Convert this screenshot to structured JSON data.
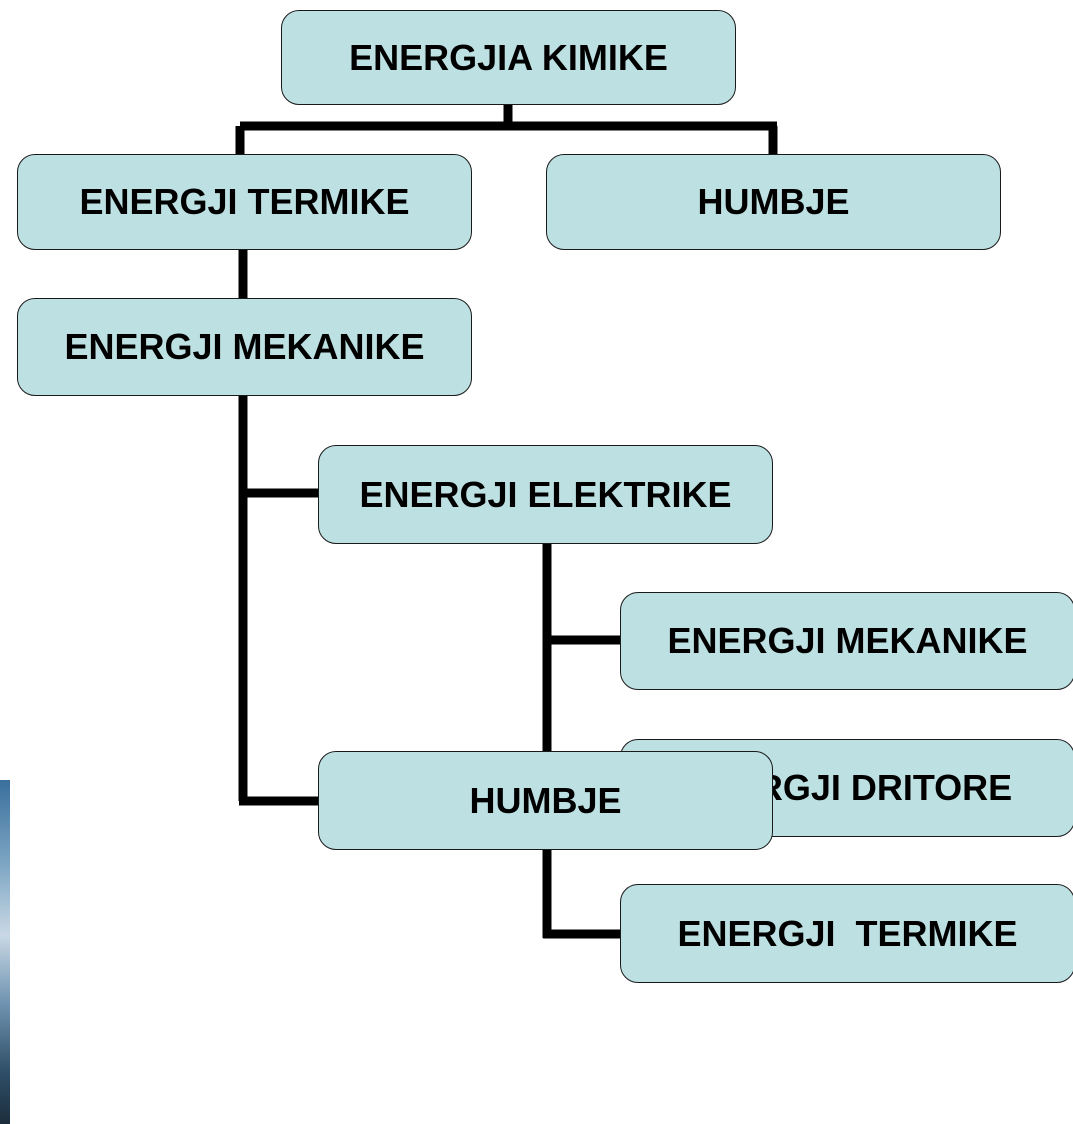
{
  "diagram": {
    "root": "ENERGJIA KIMIKE",
    "level1_left": "ENERGJI TERMIKE",
    "level1_right": "HUMBJE",
    "level2": "ENERGJI MEKANIKE",
    "level3": "ENERGJI ELEKTRIKE",
    "level4_items": [
      "ENERGJI MEKANIKE",
      "ENERGJI DRITORE",
      "ENERGJI  TERMIKE"
    ],
    "bottom_loss": "HUMBJE"
  },
  "colors": {
    "node_fill": "#bde0e2",
    "node_border": "#1a1a1a",
    "connector": "#000000"
  }
}
